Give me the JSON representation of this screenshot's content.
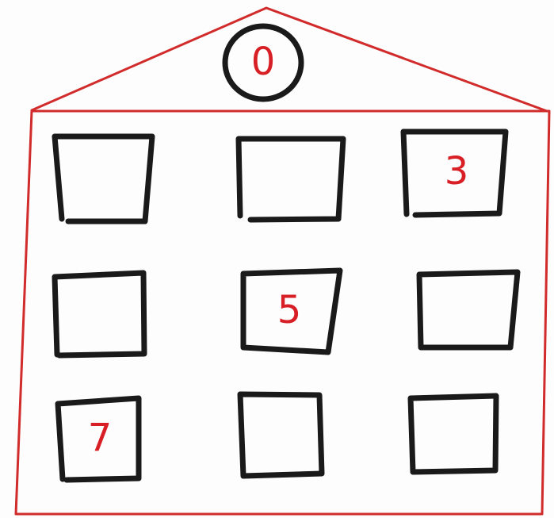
{
  "sketch": {
    "roof_label": "0",
    "windows": [
      {
        "row": 1,
        "col": 1,
        "label": ""
      },
      {
        "row": 1,
        "col": 2,
        "label": ""
      },
      {
        "row": 1,
        "col": 3,
        "label": "3"
      },
      {
        "row": 2,
        "col": 1,
        "label": ""
      },
      {
        "row": 2,
        "col": 2,
        "label": "5"
      },
      {
        "row": 2,
        "col": 3,
        "label": ""
      },
      {
        "row": 3,
        "col": 1,
        "label": "7"
      },
      {
        "row": 3,
        "col": 2,
        "label": ""
      },
      {
        "row": 3,
        "col": 3,
        "label": ""
      }
    ],
    "colors": {
      "outline": "#d12b2b",
      "window_outline": "#1a1a1a",
      "number_ink": "#d81f26"
    }
  }
}
